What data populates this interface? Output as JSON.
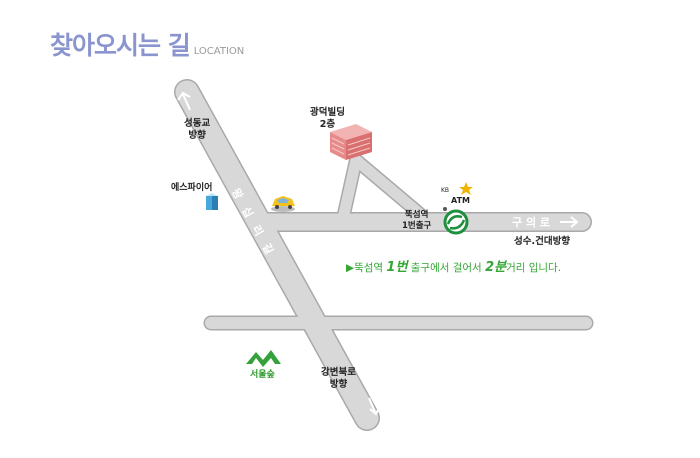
{
  "header": {
    "title": "찾아오시는 길",
    "subtitle": "LOCATION"
  },
  "landmarks": {
    "seongdonggyo": [
      "성동교",
      "방향"
    ],
    "building": [
      "광덕빌딩",
      "2층"
    ],
    "sspire": "에스파이어",
    "kb": "KB",
    "atm": "ATM",
    "station_exit": [
      "뚝섬역",
      "1번출구"
    ],
    "seongsu": "성수.건대방향",
    "forest": "서울숲",
    "gangbyeon": [
      "강변북로",
      "방향"
    ]
  },
  "roads": {
    "guui": "구 의 로",
    "wangsimni": [
      "왕",
      "십",
      "리",
      "길"
    ]
  },
  "directions": {
    "prefix": "▶뚝섬역 ",
    "exit_num": "1번",
    "middle": " 출구에서 걸어서 ",
    "minutes": "2분",
    "suffix": "거리 입니다."
  },
  "colors": {
    "road": "#d7d7d7",
    "road_edge": "#a7a7a7",
    "title": "#8a95cf",
    "accent_green": "#2f9a2f",
    "building": "#e58c8c"
  }
}
